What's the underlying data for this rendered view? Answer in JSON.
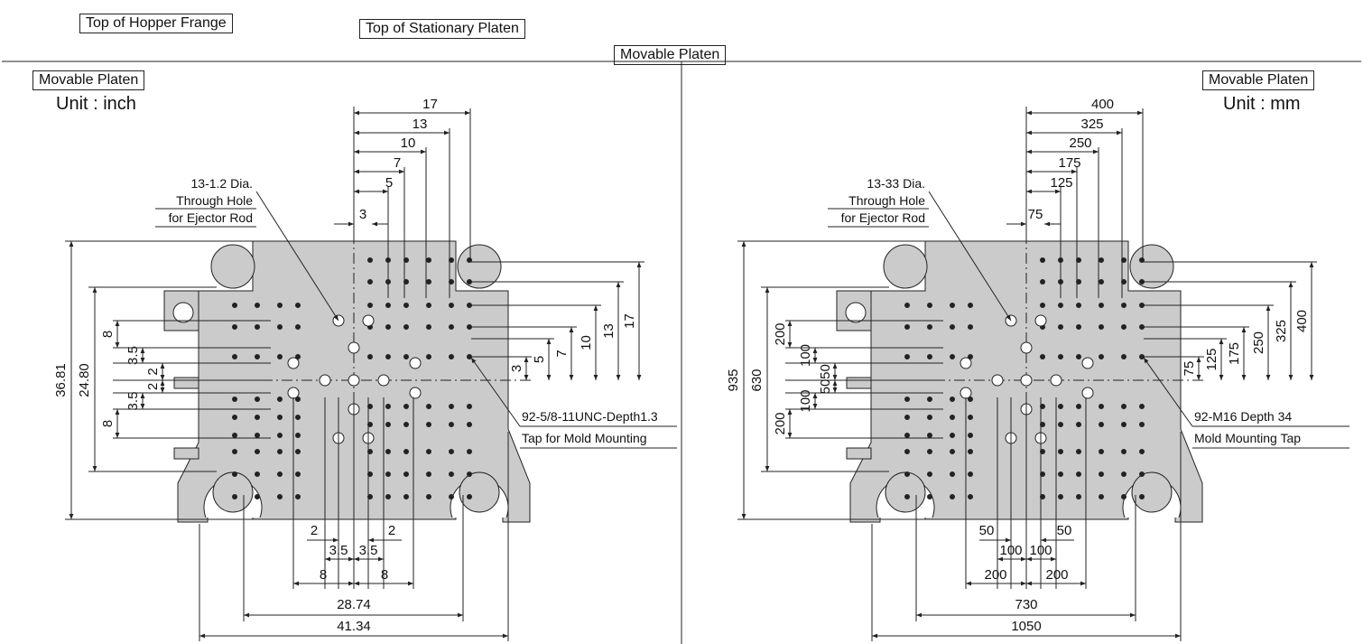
{
  "header": {
    "top_of_hopper_frange": "Top of Hopper Frange",
    "top_of_stationary_platen": "Top of Stationary Platen",
    "center_title": "Movable Platen"
  },
  "inch_view": {
    "title": "Movable Platen",
    "unit": "Unit : inch",
    "top_dims": [
      "17",
      "13",
      "10",
      "7",
      "5",
      "3"
    ],
    "hole_note": [
      "13-1.2 Dia.",
      "Through Hole",
      "for Ejector Rod"
    ],
    "tap_note": [
      "92-5/8-11UNC-Depth1.3",
      "Tap for Mold Mounting"
    ],
    "overall_height": "36.81",
    "tiebar_height": "24.80",
    "left_v_dims": [
      "8",
      "3.5",
      "2",
      "2",
      "3.5",
      "8"
    ],
    "right_v_dims": [
      "3",
      "5",
      "7",
      "10",
      "13",
      "17"
    ],
    "bottom_small": [
      "2",
      "2"
    ],
    "bottom_mid": [
      "3.5",
      "3.5"
    ],
    "bottom_eight": [
      "8",
      "8"
    ],
    "tiebar_width": "28.74",
    "overall_width": "41.34"
  },
  "mm_view": {
    "title": "Movable Platen",
    "unit": "Unit : mm",
    "top_dims": [
      "400",
      "325",
      "250",
      "175",
      "125",
      "75"
    ],
    "hole_note": [
      "13-33 Dia.",
      "Through Hole",
      "for Ejector Rod"
    ],
    "tap_note": [
      "92-M16 Depth 34",
      "Mold Mounting Tap"
    ],
    "overall_height": "935",
    "tiebar_height": "630",
    "left_v_dims": [
      "200",
      "100",
      "50",
      "50",
      "100",
      "200"
    ],
    "right_v_dims": [
      "75",
      "125",
      "175",
      "250",
      "325",
      "400"
    ],
    "bottom_small": [
      "50",
      "50"
    ],
    "bottom_mid": [
      "100",
      "100"
    ],
    "bottom_eight": [
      "200",
      "200"
    ],
    "tiebar_width": "730",
    "overall_width": "1050"
  },
  "colors": {
    "platen_fill": "#cbcbcb",
    "line": "#222222",
    "paper": "#ffffff"
  }
}
